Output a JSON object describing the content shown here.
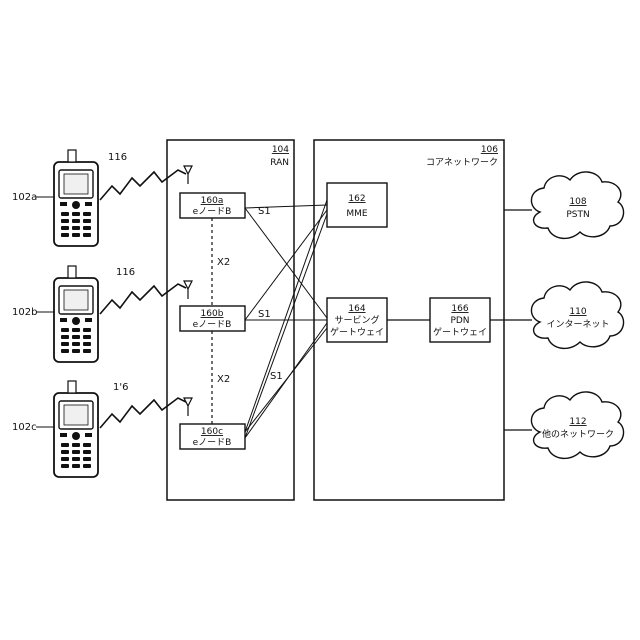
{
  "ran": {
    "ref": "104",
    "label": "RAN"
  },
  "core": {
    "ref": "106",
    "label": "コアネットワーク"
  },
  "wtrus": [
    {
      "ref": "102a"
    },
    {
      "ref": "102b"
    },
    {
      "ref": "102c"
    }
  ],
  "links": {
    "air_a": "116",
    "air_b": "116",
    "air_c": "1'6",
    "x2_upper": "X2",
    "x2_lower": "X2",
    "s1_a": "S1",
    "s1_b": "S1",
    "s1_c": "S1"
  },
  "enodes": [
    {
      "ref": "160a",
      "name": "eノードB"
    },
    {
      "ref": "160b",
      "name": "eノードB"
    },
    {
      "ref": "160c",
      "name": "eノードB"
    }
  ],
  "mme": {
    "ref": "162",
    "name": "MME"
  },
  "sgw": {
    "ref": "164",
    "line1": "サービング",
    "line2": "ゲートウェイ"
  },
  "pgw": {
    "ref": "166",
    "line1": "PDN",
    "line2": "ゲートウェイ"
  },
  "clouds": [
    {
      "ref": "108",
      "name": "PSTN"
    },
    {
      "ref": "110",
      "name": "インターネット"
    },
    {
      "ref": "112",
      "name": "他のネットワーク"
    }
  ]
}
